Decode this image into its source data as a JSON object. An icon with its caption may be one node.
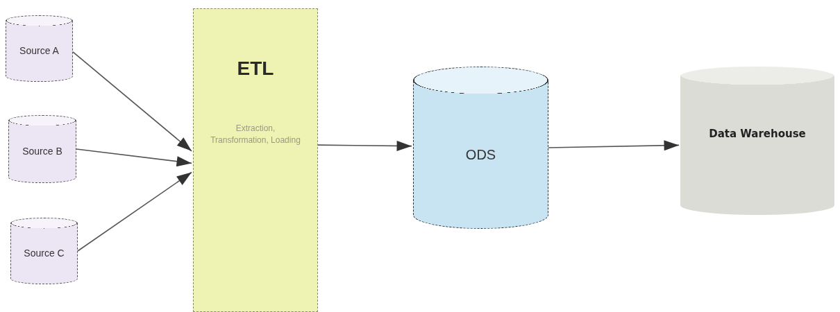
{
  "diagram": {
    "nodes": [
      {
        "text": [
          "Source A"
        ]
      },
      {
        "text": [
          "Source B"
        ]
      },
      {
        "text": [
          "Source C"
        ]
      },
      {
        "text": [
          "ETL",
          "Extraction, Transformation, Loading"
        ]
      },
      {
        "text": [
          "ODS"
        ]
      },
      {
        "text": [
          "Data Warehouse"
        ]
      }
    ],
    "edges": [
      {
        "from": 0,
        "to": 3,
        "arrow": "to"
      },
      {
        "from": 1,
        "to": 3,
        "arrow": "to"
      },
      {
        "from": 2,
        "to": 3,
        "arrow": "to"
      },
      {
        "from": 3,
        "to": 4,
        "arrow": "to"
      },
      {
        "from": 4,
        "to": 5,
        "arrow": "to"
      }
    ]
  }
}
